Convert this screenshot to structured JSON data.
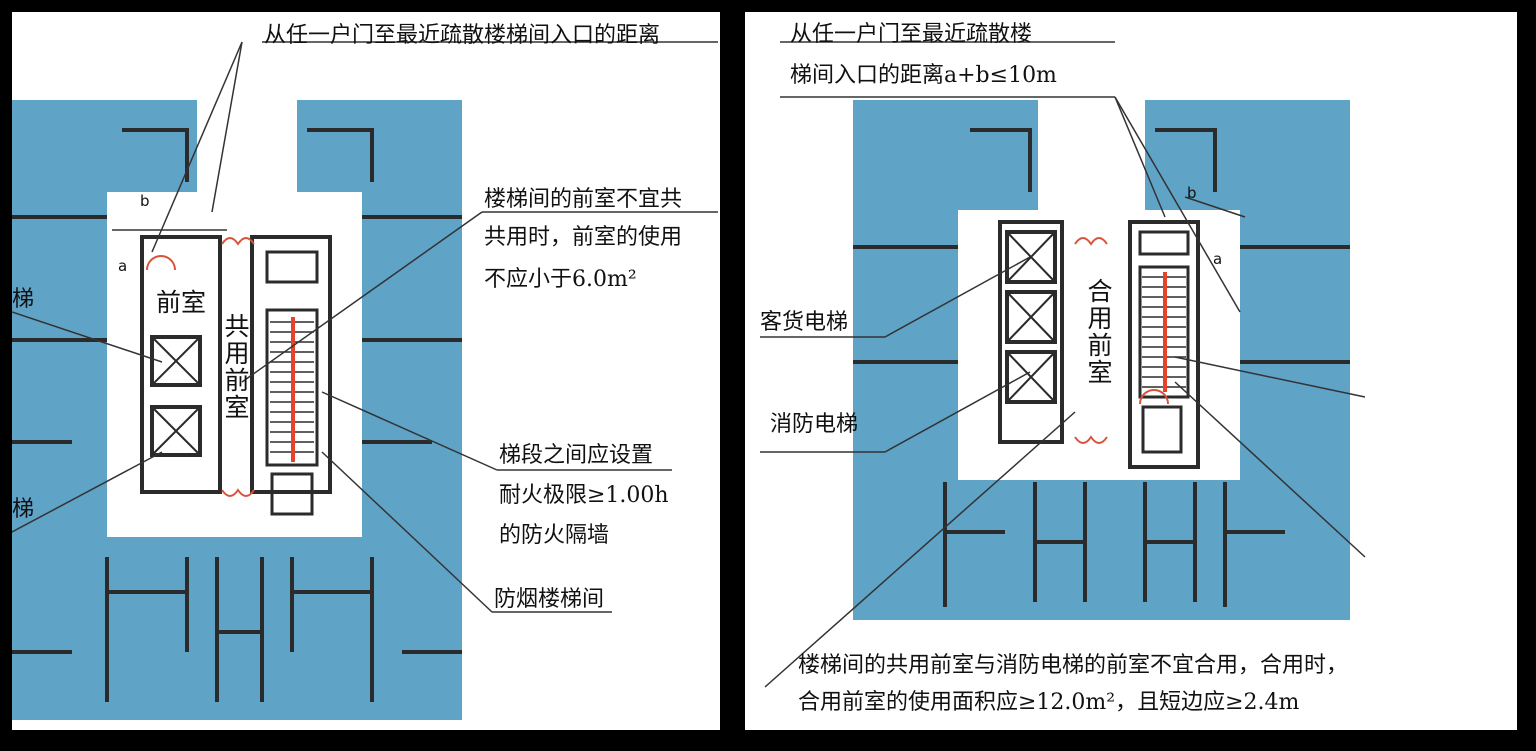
{
  "left": {
    "top_label": "从任一户门至最近疏散楼梯间入口的距离",
    "shared_title": "楼梯间的前室不宜共",
    "shared_note_1": "共用时，前室的使用",
    "shared_note_2": "不应小于6.0m²",
    "partition_1": "梯段之间应设置",
    "partition_2": "耐火极限≥1.00h",
    "partition_3": "的防火隔墙",
    "stair_label": "防烟楼梯间",
    "room_front": "前室",
    "room_shared": "共用前室",
    "edge_1": "梯",
    "edge_2": "梯",
    "dim_a": "a",
    "dim_b": "b"
  },
  "right": {
    "top_label_1": "从任一户门至最近疏散楼",
    "top_label_2": "梯间入口的距离a+b≤10m",
    "elevator_passenger": "客货电梯",
    "elevator_fire": "消防电梯",
    "room_combined": "合用前室",
    "bottom_1": "楼梯间的共用前室与消防电梯的前室不宜合用，合用时，",
    "bottom_2": "合用前室的使用面积应≥12.0m²，且短边应≥2.4m",
    "dim_a": "a",
    "dim_b": "b"
  },
  "colors": {
    "room_fill": "#5fa3c6",
    "wall": "#2b2b2b",
    "fire_wall": "#e8412c",
    "door": "#d9533b"
  }
}
